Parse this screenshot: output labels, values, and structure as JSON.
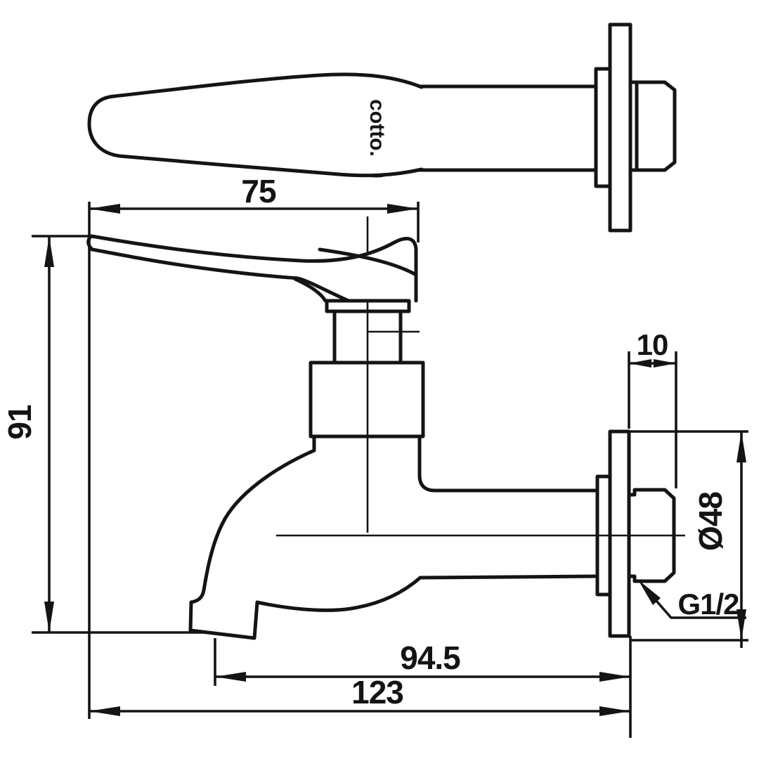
{
  "labels": {
    "handle_length": "75",
    "overall_height": "91",
    "wall_offset": "10",
    "flange_diameter": "Ø48",
    "thread_size": "G1/2",
    "spout_reach": "94.5",
    "overall_reach": "123"
  },
  "brand": {
    "logo_text": "cotto."
  }
}
